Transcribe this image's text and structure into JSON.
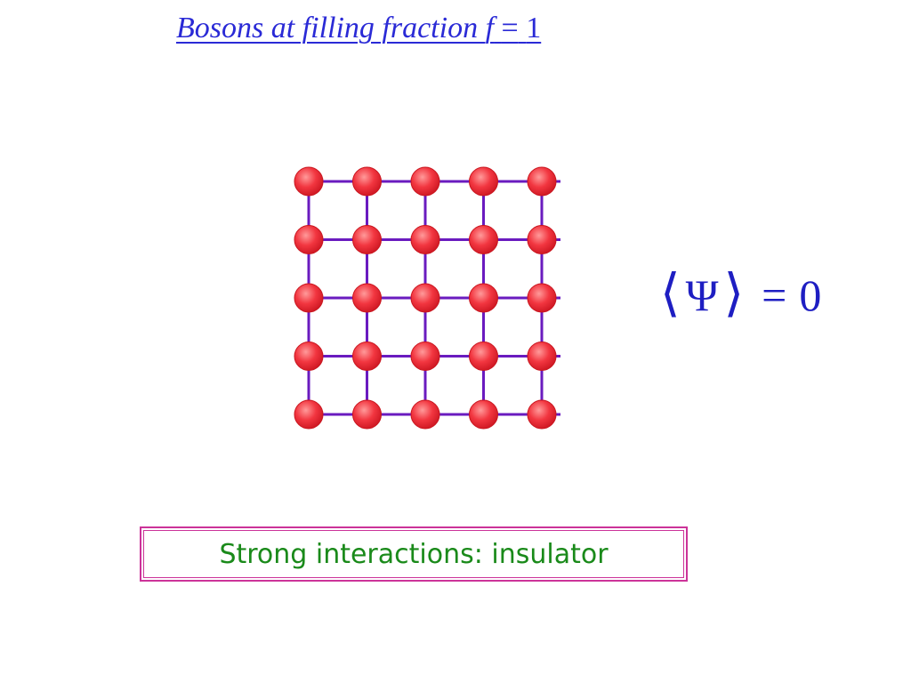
{
  "title": {
    "text": "Bosons at filling fraction ",
    "var": "f",
    "equals": "=",
    "value": "1"
  },
  "equation": {
    "left_bracket": "⟨",
    "symbol": "Ψ",
    "right_bracket": "⟩",
    "equals": "=",
    "value": "0"
  },
  "answer": {
    "text": "Strong interactions: insulator"
  },
  "lattice": {
    "rows": 5,
    "cols": 5,
    "site_color": "#f0313a",
    "site_highlight": "#ff8a8a",
    "bond_color": "#6a1bbf"
  },
  "colors": {
    "title": "#2a2ad6",
    "equation": "#1e1ec2",
    "answer_text": "#1a8a1a",
    "box_border": "#cc3399"
  }
}
